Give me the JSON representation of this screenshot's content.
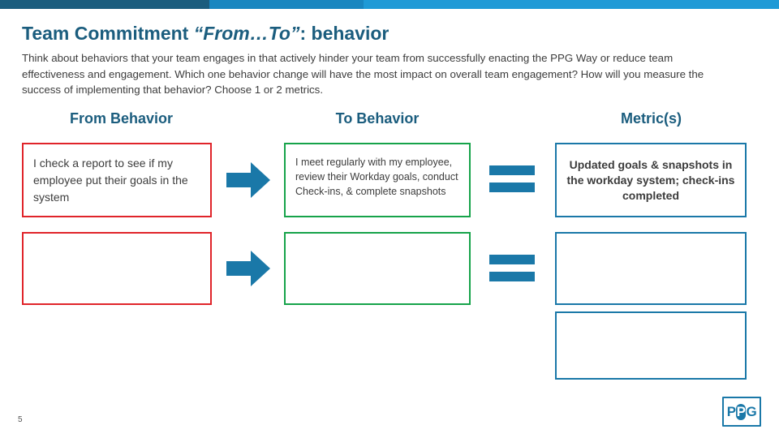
{
  "topbar": {
    "segment_colors": [
      "#1b5d7e",
      "#1986c0",
      "#1f9ad6"
    ]
  },
  "title": {
    "part1": "Team Commitment ",
    "part2": "“From…To”",
    "part3": ": behavior"
  },
  "intro": {
    "text": "Think about behaviors that your team engages in that actively hinder your team from successfully enacting the PPG Way or reduce team effectiveness and engagement. Which one behavior change will have the most impact on overall team engagement? How will you measure the success of implementing that behavior? Choose 1 or 2 metrics."
  },
  "columns": {
    "from_header": "From Behavior",
    "to_header": "To Behavior",
    "metric_header": "Metric(s)"
  },
  "rows": [
    {
      "from": "I check a report to see if my employee put their goals in the system",
      "to": "I meet regularly with my employee, review their Workday goals, conduct Check-ins, & complete snapshots",
      "metric": "Updated goals & snapshots in the workday system; check-ins completed"
    },
    {
      "from": "",
      "to": "",
      "metric": ""
    },
    {
      "metric": ""
    }
  ],
  "colors": {
    "from_border": "#e0242a",
    "to_border": "#16a34a",
    "metric_border": "#1a78a8",
    "accent": "#1a78a8",
    "title": "#1b5d7e"
  },
  "page_number": "5",
  "logo": {
    "left": "P",
    "middle": "P",
    "right": "G"
  }
}
